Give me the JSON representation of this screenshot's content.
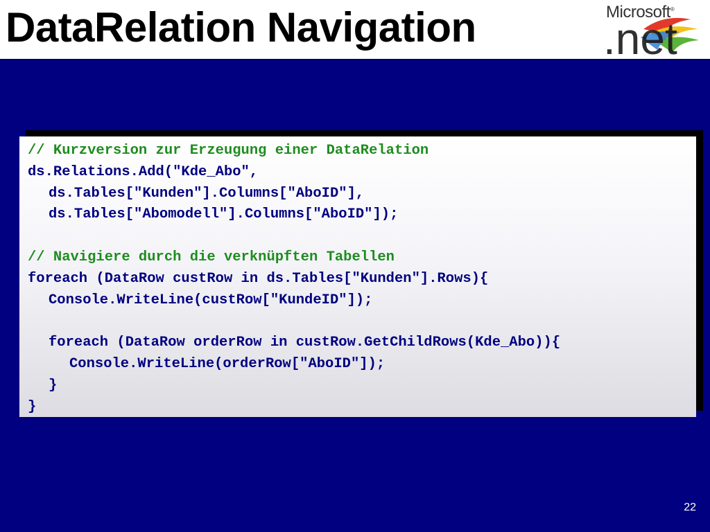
{
  "slide": {
    "title": "DataRelation Navigation",
    "page_number": "22",
    "background_color": "#000080"
  },
  "logo": {
    "brand": "Microsoft",
    "trademark": "®",
    "product": ".net"
  },
  "code": {
    "lines": [
      {
        "text": "// Kurzversion zur Erzeugung einer DataRelation",
        "kind": "comment",
        "indent": 0
      },
      {
        "text": "ds.Relations.Add(\"Kde_Abo\",",
        "kind": "code",
        "indent": 0
      },
      {
        "text": "ds.Tables[\"Kunden\"].Columns[\"AboID\"],",
        "kind": "code",
        "indent": 1
      },
      {
        "text": "ds.Tables[\"Abomodell\"].Columns[\"AboID\"]);",
        "kind": "code",
        "indent": 1
      },
      {
        "text": "",
        "kind": "blank",
        "indent": 0
      },
      {
        "text": "// Navigiere durch die verknüpften Tabellen",
        "kind": "comment",
        "indent": 0
      },
      {
        "text": "foreach (DataRow custRow in ds.Tables[\"Kunden\"].Rows){",
        "kind": "code",
        "indent": 0
      },
      {
        "text": "Console.WriteLine(custRow[\"KundeID\"]);",
        "kind": "code",
        "indent": 1
      },
      {
        "text": "",
        "kind": "blank",
        "indent": 0
      },
      {
        "text": "foreach (DataRow orderRow in custRow.GetChildRows(Kde_Abo)){",
        "kind": "code",
        "indent": 1
      },
      {
        "text": "Console.WriteLine(orderRow[\"AboID\"]);",
        "kind": "code",
        "indent": 2
      },
      {
        "text": "}",
        "kind": "code",
        "indent": 1
      },
      {
        "text": "}",
        "kind": "code",
        "indent": 0
      }
    ],
    "comment_color": "#1e8c1e",
    "code_color": "#000080"
  }
}
